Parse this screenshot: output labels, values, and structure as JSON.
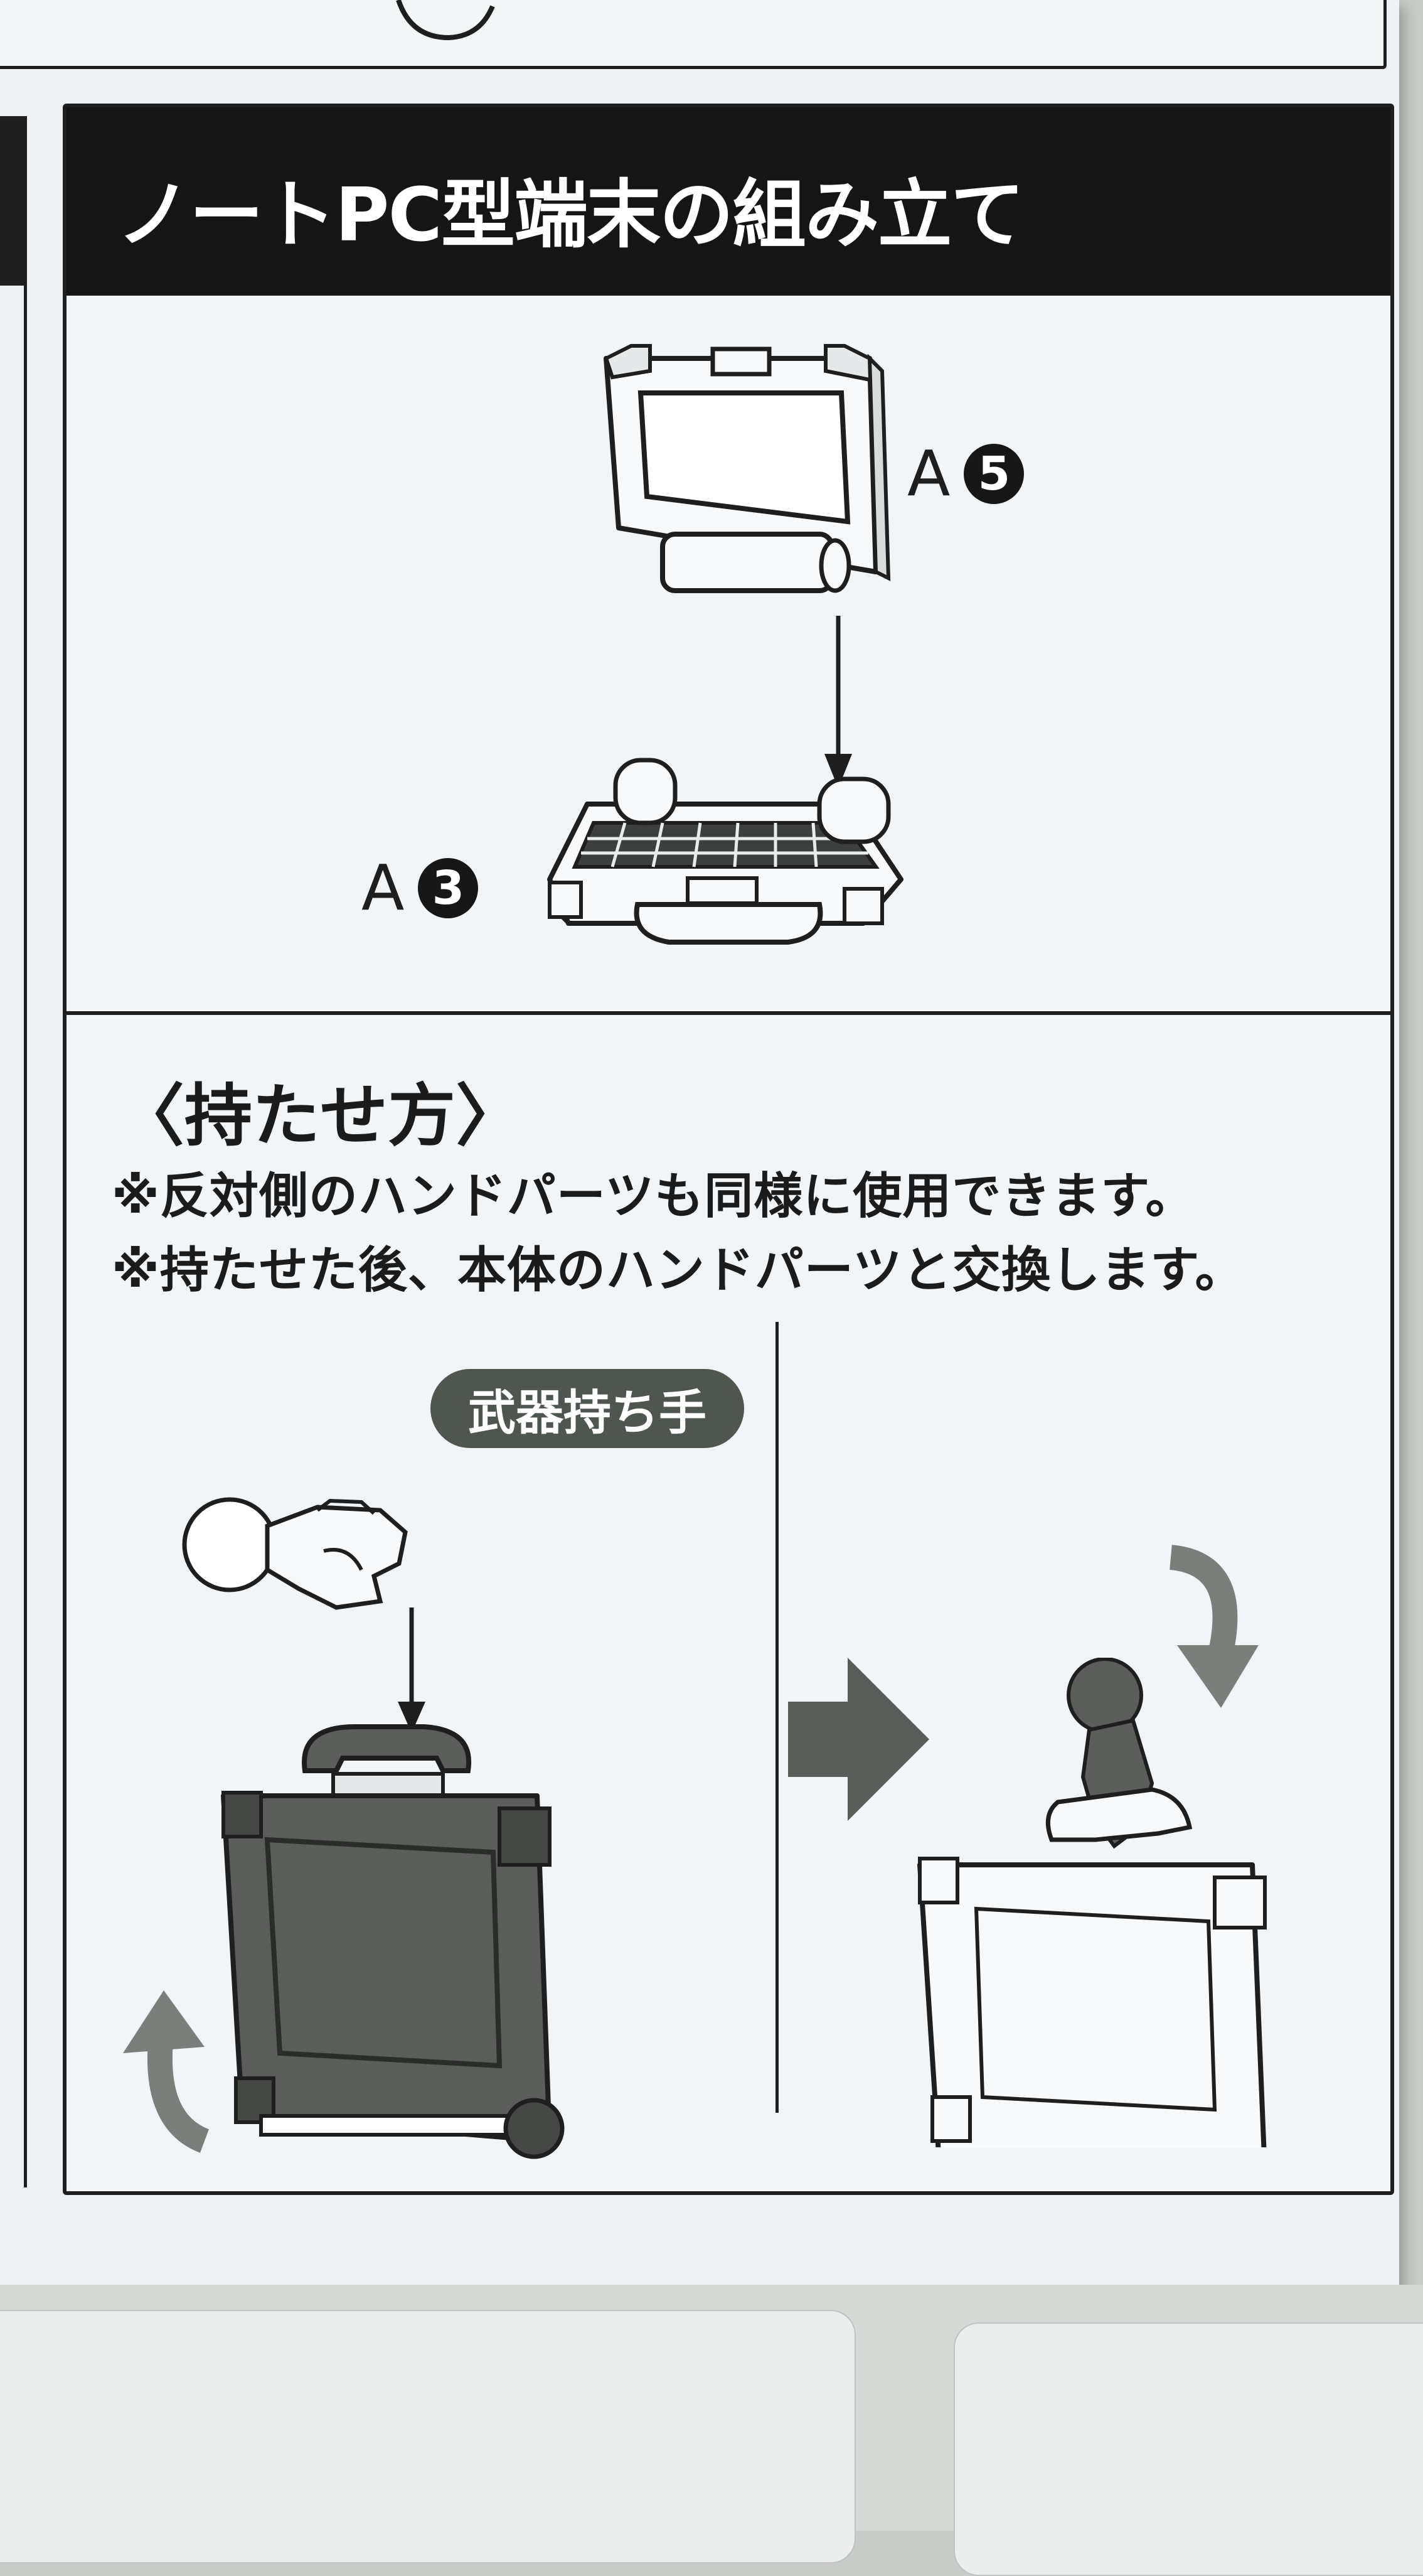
{
  "panel": {
    "title": "ノートPC型端末の組み立て",
    "part_top": {
      "letter": "A",
      "number": "5"
    },
    "part_bottom": {
      "letter": "A",
      "number": "3"
    }
  },
  "holding": {
    "heading": "〈持たせ方〉",
    "notes": [
      "※反対側のハンドパーツも同様に使用できます。",
      "※持たせた後、本体のハンドパーツと交換します。"
    ],
    "badge": "武器持ち手"
  },
  "colors": {
    "title_bar": "#151515",
    "badge": "#4f5650",
    "gray_fill": "#5a5d5a"
  },
  "icons": [
    "down-arrow-icon",
    "right-arrow-icon",
    "rotate-arrow-icon"
  ]
}
